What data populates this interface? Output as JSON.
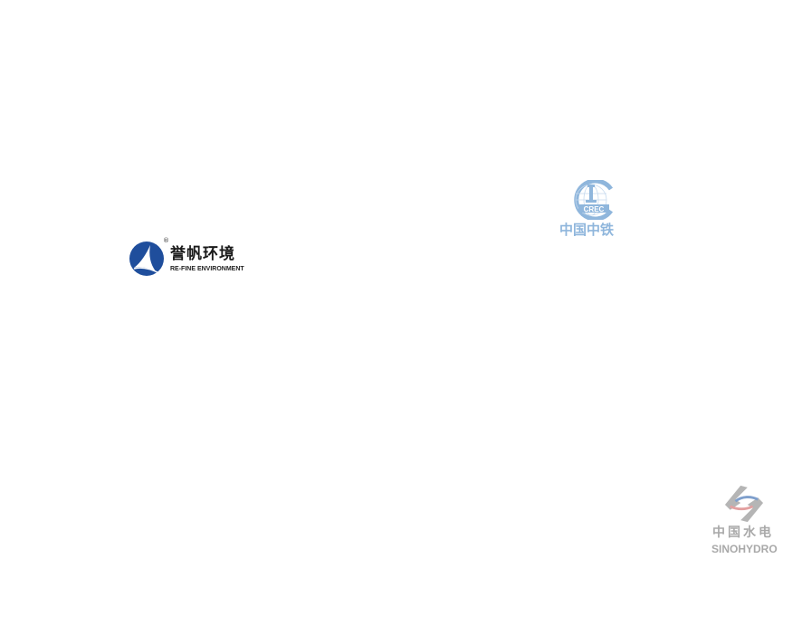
{
  "logos": {
    "refine": {
      "name_cn": "誉帆环境",
      "name_en": "RE-FINE ENVIRONMENT",
      "registered_mark": "®",
      "color": "#1f4e9c"
    },
    "crec": {
      "emblem_text": "CREC",
      "name_cn": "中国中铁",
      "color": "#8fb6dc"
    },
    "sinohydro": {
      "name_cn": "中国水电",
      "name_en": "SINOHYDRO",
      "color": "#a9a9a9",
      "accent_blue": "#7f9fcc",
      "accent_red": "#e3a0a0"
    }
  }
}
